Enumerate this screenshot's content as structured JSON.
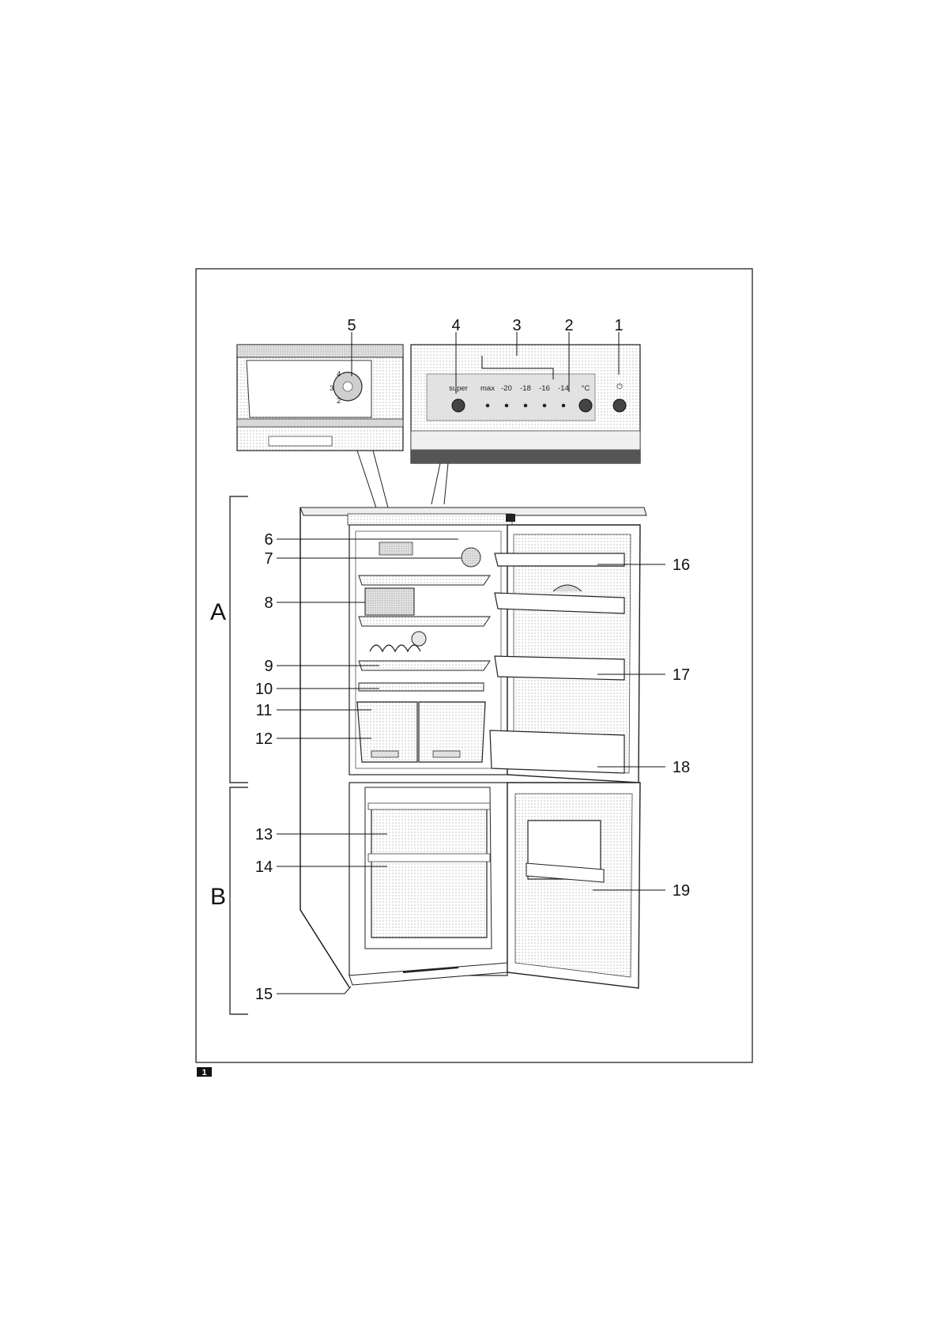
{
  "figure": {
    "number": "1",
    "sections": {
      "a": "A",
      "b": "B"
    },
    "callouts": {
      "c1": "1",
      "c2": "2",
      "c3": "3",
      "c4": "4",
      "c5": "5",
      "c6": "6",
      "c7": "7",
      "c8": "8",
      "c9": "9",
      "c10": "10",
      "c11": "11",
      "c12": "12",
      "c13": "13",
      "c14": "14",
      "c15": "15",
      "c16": "16",
      "c17": "17",
      "c18": "18",
      "c19": "19"
    },
    "control_panel": {
      "super_label": "super",
      "temp_scale": [
        "max",
        "-20",
        "-18",
        "-16",
        "-14"
      ],
      "unit": "°C",
      "power_symbol": "⏻"
    },
    "dial_marks": [
      "4",
      "3",
      "2"
    ]
  }
}
